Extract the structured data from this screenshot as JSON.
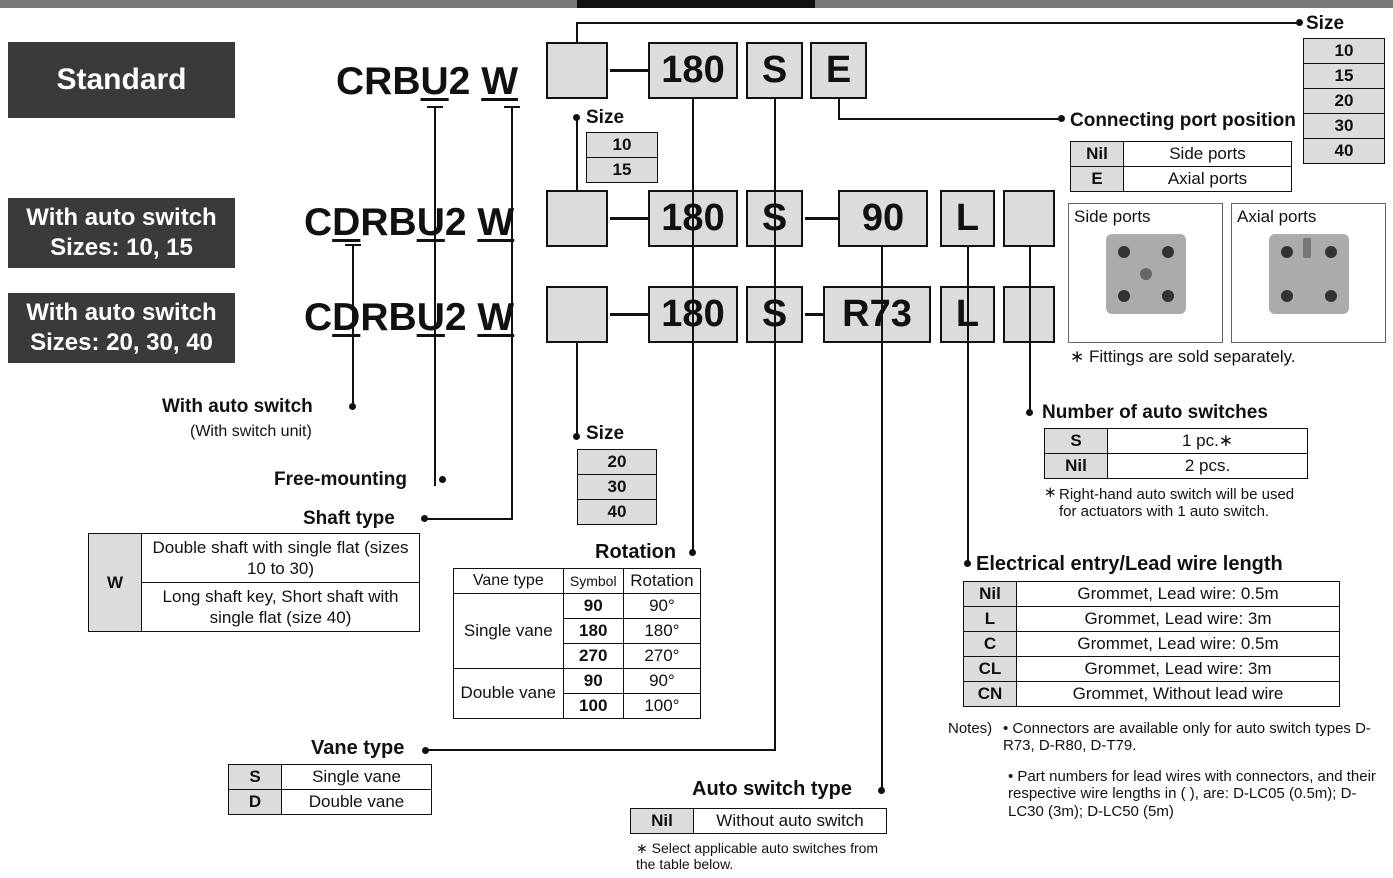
{
  "row_labels": {
    "standard": "Standard",
    "auto1_line1": "With auto switch",
    "auto1_line2": "Sizes: 10, 15",
    "auto2_line1": "With auto switch",
    "auto2_line2": "Sizes: 20, 30, 40"
  },
  "models": {
    "standard": {
      "p1": "CRB",
      "u": "U",
      "p2": "2 ",
      "w": "W"
    },
    "auto1": {
      "c": "C",
      "d": "D",
      "p1": "RB",
      "u": "U",
      "p2": "2 ",
      "w": "W"
    },
    "auto2": {
      "c": "C",
      "d": "D",
      "p1": "RB",
      "u": "U",
      "p2": "2 ",
      "w": "W"
    }
  },
  "codes": {
    "rotation": "180",
    "vane": "S",
    "port": "E",
    "angle": "90",
    "entry": "L",
    "switch": "R73"
  },
  "size_top": {
    "title": "Size",
    "values": [
      "10",
      "15",
      "20",
      "30",
      "40"
    ]
  },
  "size_small": {
    "title": "Size",
    "values": [
      "10",
      "15"
    ]
  },
  "size_large": {
    "title": "Size",
    "values": [
      "20",
      "30",
      "40"
    ]
  },
  "port_position": {
    "title": "Connecting port position",
    "rows": [
      [
        "Nil",
        "Side ports"
      ],
      [
        "E",
        "Axial ports"
      ]
    ]
  },
  "photos": {
    "side": "Side ports",
    "axial": "Axial ports",
    "note": "∗ Fittings are sold separately."
  },
  "num_switches": {
    "title": "Number of auto switches",
    "rows": [
      [
        "S",
        "1 pc.∗"
      ],
      [
        "Nil",
        "2 pcs."
      ]
    ],
    "note_mark": "∗",
    "note": "Right-hand auto switch will be used for actuators with 1 auto switch."
  },
  "electrical": {
    "title": "Electrical entry/Lead wire length",
    "rows": [
      [
        "Nil",
        "Grommet, Lead wire: 0.5m"
      ],
      [
        "L",
        "Grommet, Lead wire: 3m"
      ],
      [
        "C",
        "Grommet, Lead wire: 0.5m"
      ],
      [
        "CL",
        "Grommet, Lead wire: 3m"
      ],
      [
        "CN",
        "Grommet, Without lead wire"
      ]
    ]
  },
  "notes": {
    "prefix": "Notes)",
    "n1": "• Connectors are available only for auto switch types D-R73, D-R80, D-T79.",
    "n2": "• Part numbers for lead wires with connectors, and their respective wire lengths in ( ), are: D-LC05 (0.5m); D-LC30 (3m); D-LC50 (5m)"
  },
  "with_switch": {
    "title": "With auto switch",
    "sub": "(With switch unit)"
  },
  "free_mounting": "Free-mounting",
  "shaft": {
    "title": "Shaft type",
    "key": "W",
    "r1": "Double shaft with single flat (sizes 10 to 30)",
    "r2": "Long shaft key, Short shaft with single flat (size 40)"
  },
  "rotation": {
    "title": "Rotation",
    "headers": [
      "Vane type",
      "Symbol",
      "Rotation"
    ],
    "single": "Single vane",
    "double": "Double vane",
    "rows": [
      [
        "90",
        "90°"
      ],
      [
        "180",
        "180°"
      ],
      [
        "270",
        "270°"
      ],
      [
        "90",
        "90°"
      ],
      [
        "100",
        "100°"
      ]
    ]
  },
  "vane_type": {
    "title": "Vane type",
    "rows": [
      [
        "S",
        "Single vane"
      ],
      [
        "D",
        "Double vane"
      ]
    ]
  },
  "auto_switch": {
    "title": "Auto switch type",
    "rows": [
      [
        "Nil",
        "Without auto switch"
      ]
    ],
    "note": "∗ Select applicable auto switches from the table below."
  }
}
